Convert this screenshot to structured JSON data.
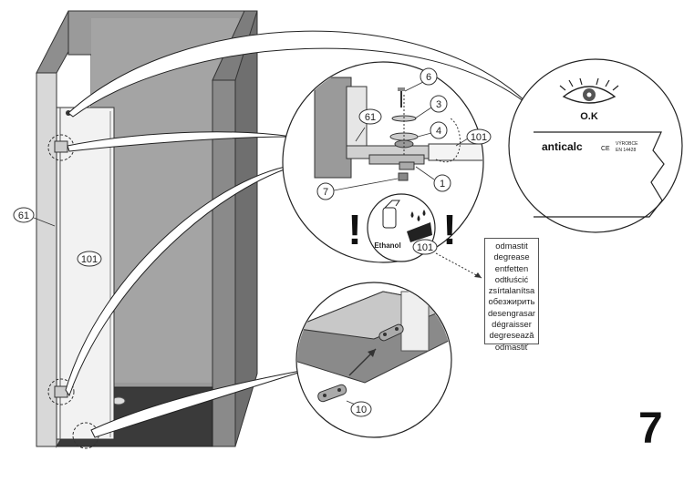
{
  "callouts": {
    "panel": "61",
    "glass": "101",
    "detail_61": "61",
    "detail_101": "101",
    "part_6": "6",
    "part_3": "3",
    "part_4": "4",
    "part_1": "1",
    "part_7": "7",
    "cleaning_101": "101",
    "part_10": "10"
  },
  "cleaning": {
    "product_label": "Ethanol",
    "warning_left": "!",
    "warning_right": "!"
  },
  "inspection": {
    "ok_label": "O.K",
    "logo_text": "anticalc",
    "ce_mark": "CE",
    "standard_line1": "VÝROBCE",
    "standard_line2": "EN 14428"
  },
  "degrease_terms": [
    "odmastit",
    "degrease",
    "entfetten",
    "odtłuścić",
    "zsírtalanítsa",
    "обезжирить",
    "desengrasar",
    "dégraisser",
    "degresează",
    "odmastiť"
  ],
  "page_number": "7",
  "colors": {
    "wall": "#8c8c8c",
    "floor": "#3a3a3a",
    "glass": "#f2f2f2",
    "outline": "#333333"
  }
}
